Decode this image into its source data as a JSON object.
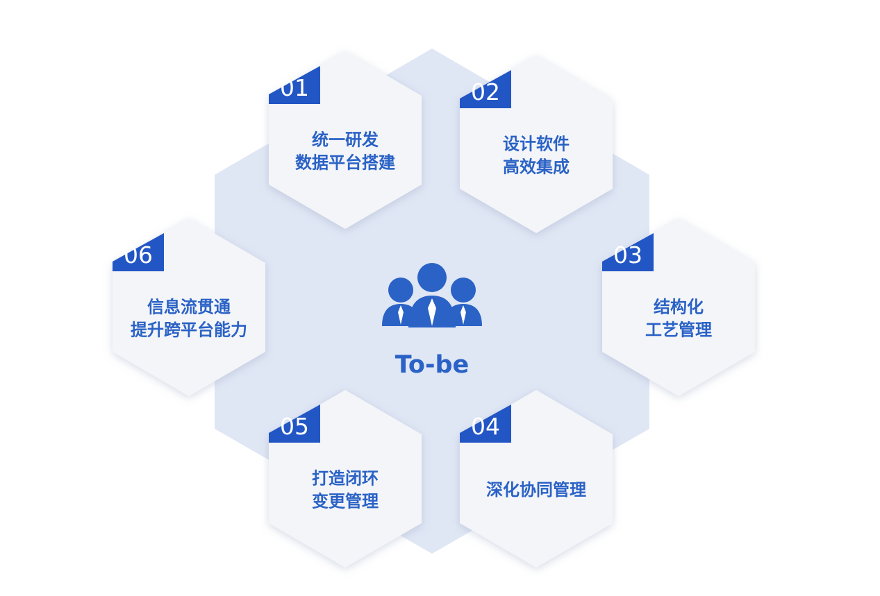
{
  "center": {
    "label": "To-be",
    "icon": "people-group-icon"
  },
  "colors": {
    "accent": "#2a62c6",
    "tab": "#2356c5",
    "background_hex": "#dfe6f4",
    "card": "#f4f5f8"
  },
  "items": [
    {
      "number": "01",
      "lines": [
        "统一研发",
        "数据平台搭建"
      ]
    },
    {
      "number": "02",
      "lines": [
        "设计软件",
        "高效集成"
      ]
    },
    {
      "number": "03",
      "lines": [
        "结构化",
        "工艺管理"
      ]
    },
    {
      "number": "04",
      "lines": [
        "深化协同管理"
      ]
    },
    {
      "number": "05",
      "lines": [
        "打造闭环",
        "变更管理"
      ]
    },
    {
      "number": "06",
      "lines": [
        "信息流贯通",
        "提升跨平台能力"
      ]
    }
  ]
}
